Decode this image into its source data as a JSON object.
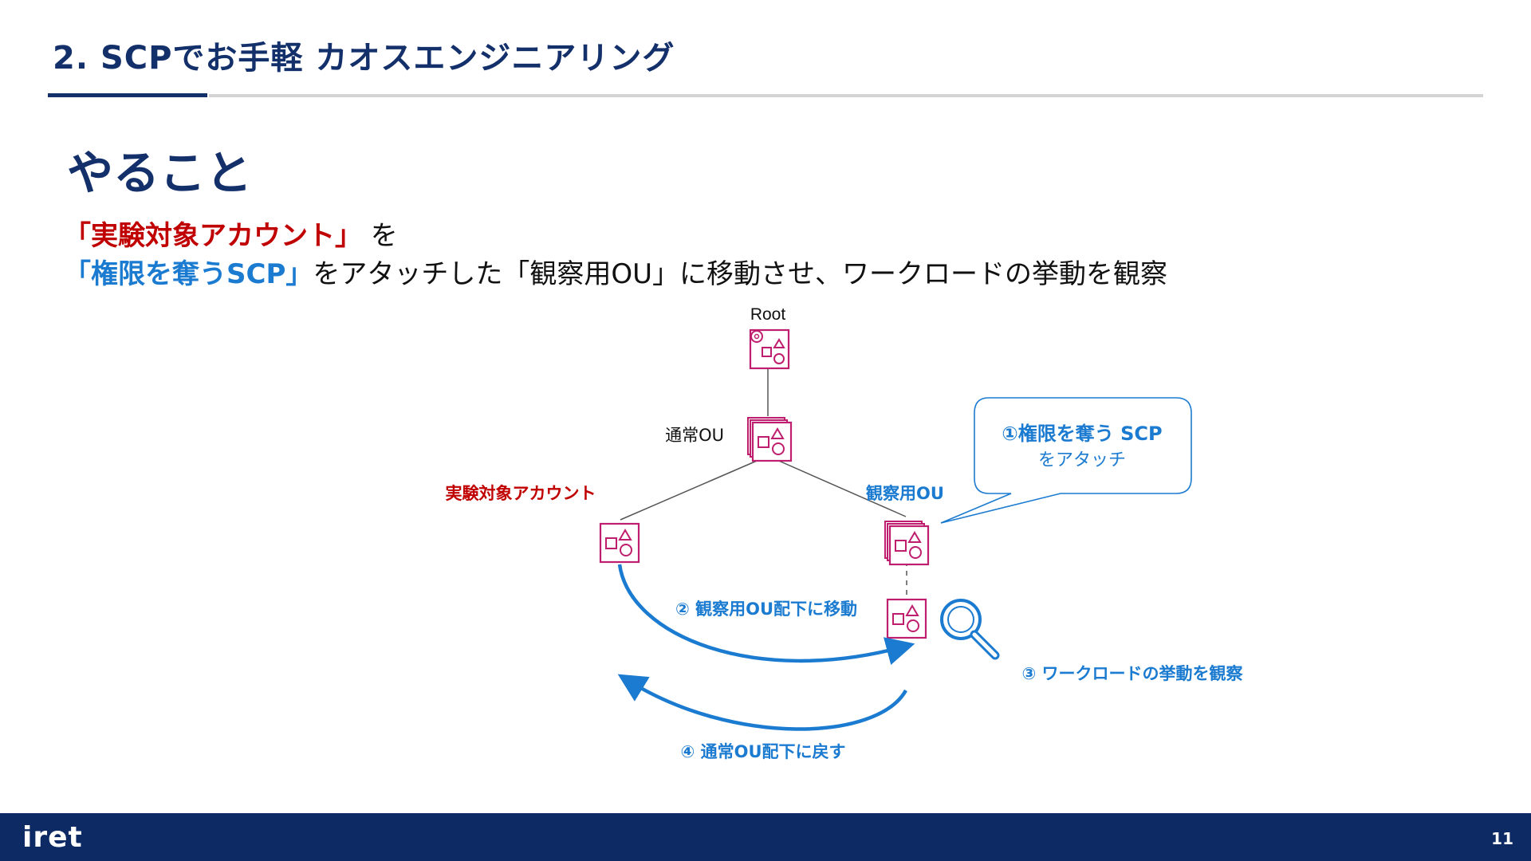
{
  "slide": {
    "title": "2.   SCPでお手軽  カオスエンジニアリング",
    "heading": "やること",
    "line1": {
      "highlight": "「実験対象アカウント」",
      "rest": " を"
    },
    "line2": {
      "highlight": "「権限を奪うSCP」",
      "rest": "をアタッチした「観察用OU」に移動させ、ワークロードの挙動を観察"
    }
  },
  "diagram": {
    "root_label": "Root",
    "normal_ou_label": "通常OU",
    "target_account_label": "実験対象アカウント",
    "observe_ou_label": "観察用OU",
    "callout_line1": "①権限を奪う SCP",
    "callout_line2": "をアタッチ",
    "step2_label": "② 観察用OU配下に移動",
    "step3_label": "③ ワークロードの挙動を観察",
    "step4_label": "④ 通常OU配下に戻す",
    "colors": {
      "icon": "#bf1e6e",
      "accent_blue": "#1b7bd0",
      "red": "#c00000",
      "navy": "#13306b"
    }
  },
  "footer": {
    "logo": "iret",
    "page_number": "11"
  }
}
